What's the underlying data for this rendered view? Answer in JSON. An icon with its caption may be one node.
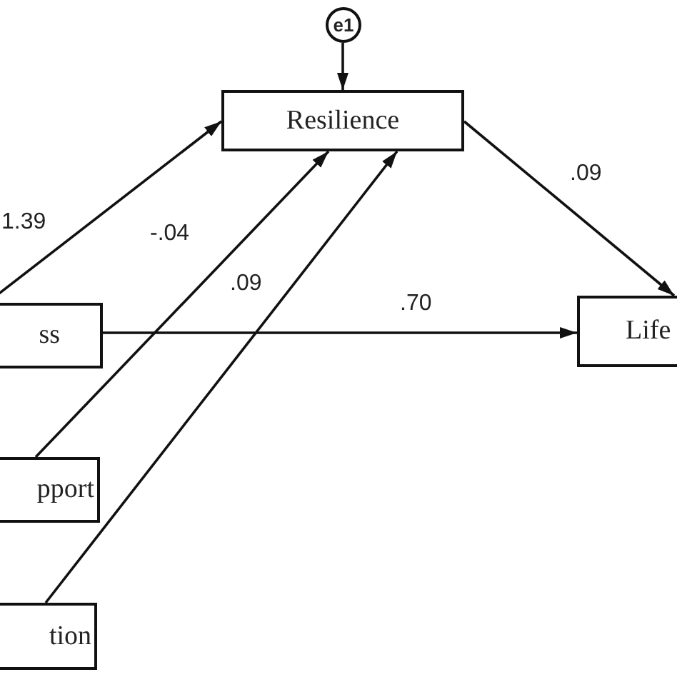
{
  "diagram": {
    "nodes": [
      {
        "text": [
          "e1"
        ]
      },
      {
        "text": [
          "Resilience"
        ]
      },
      {
        "text": [
          "ss"
        ]
      },
      {
        "text": [
          "Life"
        ]
      },
      {
        "text": [
          "pport"
        ]
      },
      {
        "text": [
          "tion"
        ]
      }
    ],
    "edges": [
      {
        "from": 0,
        "to": 1,
        "arrow": "to"
      },
      {
        "from": 2,
        "to": 1,
        "arrow": "to",
        "label": "1.39"
      },
      {
        "from": 4,
        "to": 1,
        "arrow": "to",
        "label": "-.04"
      },
      {
        "from": 5,
        "to": 1,
        "arrow": "to",
        "label": ".09"
      },
      {
        "from": 1,
        "to": 3,
        "arrow": "to",
        "label": ".09"
      },
      {
        "from": 2,
        "to": 3,
        "arrow": "to",
        "label": ".70"
      }
    ]
  }
}
